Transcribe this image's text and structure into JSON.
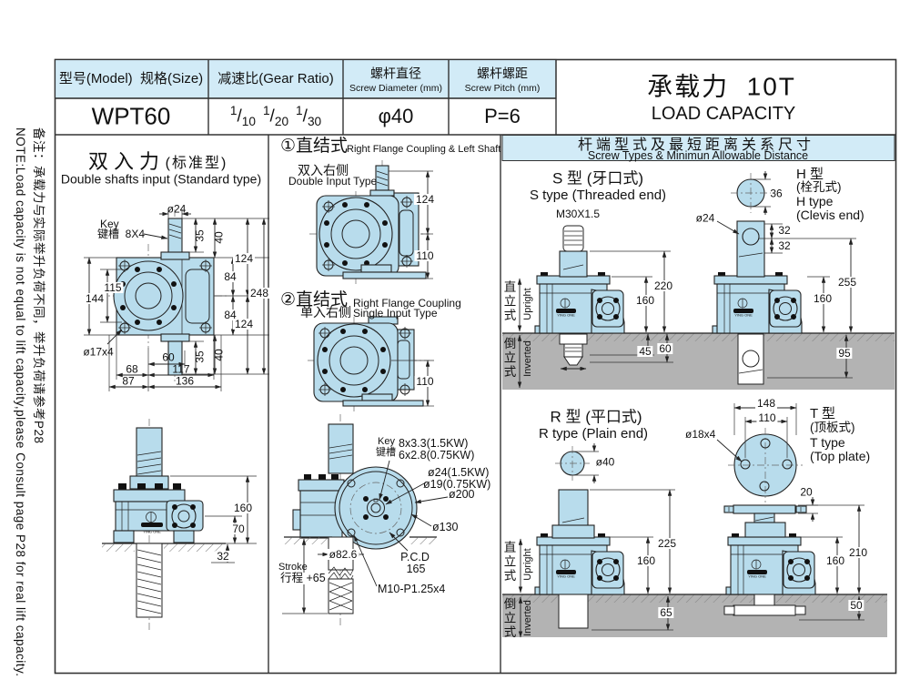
{
  "note": {
    "cn": "备注：承载力与实际举升负荷不同，举升负荷请参考P28",
    "en": "NOTE:Load capacity is not equal to lift capacity,please Consult page P28 for real lift capacity."
  },
  "spec_table": {
    "model_header": "型号(Model)  规格(Size)",
    "ratio_header": "减速比(Gear Ratio)",
    "diameter_header_cn": "螺杆直径",
    "diameter_header_en": "Screw Diameter (mm)",
    "pitch_header_cn": "螺杆螺距",
    "pitch_header_en": "Screw Pitch (mm)",
    "model": "WPT60",
    "ratios": [
      {
        "n": "1",
        "d": "10"
      },
      {
        "n": "1",
        "d": "20"
      },
      {
        "n": "1",
        "d": "30"
      }
    ],
    "diameter": "φ40",
    "pitch": "P=6"
  },
  "load_capacity": {
    "cn": "承载力  10T",
    "en": "LOAD CAPACITY"
  },
  "left": {
    "title_cn": "双入力",
    "title_cn_sub": "(标准型)",
    "title_en": "Double shafts input (Standard type)",
    "key_en": "Key",
    "key_cn": "键槽  8X4",
    "dia24": "ø24",
    "len35_top": "35",
    "len40_top": "40",
    "h124_top": "124",
    "h84_top": "84",
    "h248": "248",
    "h84_bot": "84",
    "h124_bot": "124",
    "len35_bot": "35",
    "len40_bot": "40",
    "w115": "115",
    "w144": "144",
    "hole17": "ø17x4",
    "w60": "60",
    "w68": "68",
    "w117": "117",
    "w87": "87",
    "w136": "136",
    "sv160": "160",
    "sv70": "70",
    "sv32": "32"
  },
  "mid": {
    "t1_num": "①",
    "t1_cn": "直结式",
    "t1_en": "Right Flange Coupling & Left Shaft",
    "t1_sub_cn": "双入右侧",
    "t1_sub_en": "Double Input Type",
    "a124": "124",
    "a110": "110",
    "t2_num": "②",
    "t2_cn": "直结式",
    "t2_en": "Right Flange Coupling",
    "t2_sub_cn": "单入右侧",
    "t2_sub_en": "Single Input Type",
    "b110": "110",
    "key_en": "Key",
    "key_cn": "键槽",
    "key_v1": "8x3.3(1.5KW)",
    "key_v2": "6x2.8(0.75KW)",
    "dia24": "ø24(1.5KW)",
    "dia19": "ø19(0.75KW)",
    "dia200": "ø200",
    "dia130": "ø130",
    "pcd_label": "P.C.D",
    "pcd_value": "165",
    "m10": "M10-P1.25x4",
    "dia826": "ø82.6",
    "stroke_en": "Stroke",
    "stroke_cn": "行程 +65"
  },
  "right": {
    "header_cn": "杆端型式及最短距离关系尺寸",
    "header_en": "Screw Types & Minimun Allowable Distance",
    "upright_cn": "直立式",
    "upright_en": "Upright",
    "inverted_cn": "倒立式",
    "inverted_en": "Inverted",
    "s": {
      "title_cn": "S 型 (牙口式)",
      "title_en": "S type (Threaded end)",
      "thread": "M30X1.5",
      "d220": "220",
      "d160": "160",
      "d60": "60",
      "d45": "45"
    },
    "h": {
      "cn1": "H 型",
      "cn2": "(栓孔式)",
      "en1": "H type",
      "en2": "(Clevis end)",
      "d36": "36",
      "dia24": "ø24",
      "d32a": "32",
      "d32b": "32",
      "d255": "255",
      "d160": "160",
      "d95": "95"
    },
    "r": {
      "title_cn": "R 型 (平口式)",
      "title_en": "R type (Plain end)",
      "dia40": "ø40",
      "d225": "225",
      "d160": "160",
      "d65": "65"
    },
    "t": {
      "cn1": "T 型",
      "cn2": "(顶板式)",
      "en1": "T type",
      "en2": "(Top plate)",
      "d148": "148",
      "d110": "110",
      "dia18": "ø18x4",
      "d20": "20",
      "d210": "210",
      "d160": "160",
      "d50": "50"
    }
  },
  "logo": {
    "text": "YING ONE"
  },
  "colors": {
    "body_blue": "#b8dcec",
    "panel_blue": "#d2ebf7",
    "ground_grey": "#b3b3b3"
  }
}
